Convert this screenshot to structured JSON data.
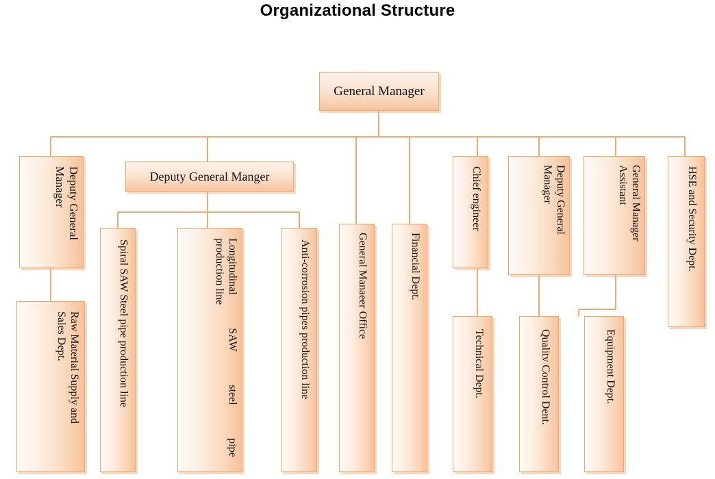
{
  "title": "Organizational Structure",
  "theme": {
    "box_border": "#f0a868",
    "box_fill_light": "#fdf2ea",
    "box_fill_dark": "#f7c4a0",
    "line_color": "#f4a871",
    "text_color": "#111111",
    "title_color": "#000000",
    "background": "#ffffff"
  },
  "chart_data": {
    "type": "org-chart",
    "orientation": "top-down",
    "root": "general-manager",
    "nodes": [
      {
        "id": "general-manager",
        "label": "General Manager",
        "level": 0,
        "orientation": "horizontal"
      },
      {
        "id": "deputy-general-manager-left",
        "label": "Deputy  General Manager",
        "level": 1,
        "orientation": "vertical",
        "lines": [
          "Deputy  General",
          "Manager"
        ]
      },
      {
        "id": "deputy-general-manger-production",
        "label": "Deputy General Manger",
        "level": 1,
        "orientation": "horizontal"
      },
      {
        "id": "general-manager-office",
        "label": "General Manaeer Office",
        "level": 1,
        "orientation": "vertical",
        "lines": [
          "General Manaeer Office"
        ]
      },
      {
        "id": "financial-dept",
        "label": "Financial Dept.",
        "level": 1,
        "orientation": "vertical",
        "lines": [
          "Financial Dept."
        ]
      },
      {
        "id": "chief-engineer",
        "label": "Chief engineer",
        "level": 1,
        "orientation": "vertical",
        "lines": [
          "Chief engineer"
        ]
      },
      {
        "id": "deputy-general-manager-right",
        "label": "Deputy  General Manager",
        "level": 1,
        "orientation": "vertical",
        "lines": [
          "Deputy  General",
          "Manager"
        ]
      },
      {
        "id": "general-manager-assistant",
        "label": "General Manager Assistant",
        "level": 1,
        "orientation": "vertical",
        "lines": [
          "General Manager",
          "Assistant"
        ]
      },
      {
        "id": "hse-security-dept",
        "label": "HSE and Security Dept.",
        "level": 1,
        "orientation": "vertical",
        "lines": [
          "HSE and Security Dept."
        ]
      },
      {
        "id": "raw-material-supply-sales-dept",
        "label": "Raw Material Supply and Sales Dept.",
        "level": 2,
        "orientation": "vertical",
        "lines": [
          "Raw Material Supply and",
          "Sales Dept."
        ],
        "parent": "deputy-general-manager-left"
      },
      {
        "id": "spiral-saw-line",
        "label": "Spiral SAW Steel pipe production line",
        "level": 2,
        "orientation": "vertical",
        "lines": [
          "Spiral SAW Steel pipe production line"
        ],
        "parent": "deputy-general-manger-production"
      },
      {
        "id": "longitudinal-saw-line",
        "label": "Longitudinal SAW steel pipe production line",
        "level": 2,
        "orientation": "vertical",
        "lines": [
          "Longitudinal  SAW  steel  pipe",
          "production line"
        ],
        "parent": "deputy-general-manger-production"
      },
      {
        "id": "anti-corrosion-line",
        "label": "Anti-corrosion pipes production line",
        "level": 2,
        "orientation": "vertical",
        "lines": [
          "Anti-corrosion pipes production line"
        ],
        "parent": "deputy-general-manger-production"
      },
      {
        "id": "technical-dept",
        "label": "Technical Dept.",
        "level": 2,
        "orientation": "vertical",
        "lines": [
          "Technical Dept."
        ],
        "parent": "chief-engineer"
      },
      {
        "id": "quality-control-dept",
        "label": "Qualitv Control Dent.",
        "level": 2,
        "orientation": "vertical",
        "lines": [
          "Qualitv Control Dent."
        ],
        "parent": "deputy-general-manager-right"
      },
      {
        "id": "equipment-dept",
        "label": "Equipment Dept.",
        "level": 2,
        "orientation": "vertical",
        "lines": [
          "Equipment Dept."
        ],
        "parent": "general-manager-assistant"
      }
    ]
  },
  "boxes": {
    "general_manager": "General Manager",
    "deputy_general_manager_left_l1": "Deputy  General",
    "deputy_general_manager_left_l2": "Manager",
    "raw_material_l1": "Raw Material Supply and",
    "raw_material_l2": "Sales Dept.",
    "deputy_general_manger_production": "Deputy General Manger",
    "spiral_saw_line": "Spiral SAW Steel pipe production line",
    "longitudinal_saw_l1_w1": "Longitudinal",
    "longitudinal_saw_l1_w2": "SAW",
    "longitudinal_saw_l1_w3": "steel",
    "longitudinal_saw_l1_w4": "pipe",
    "longitudinal_saw_l2": "production line",
    "anti_corrosion_line": "Anti-corrosion pipes production line",
    "general_manager_office": "General Manaeer Office",
    "financial_dept": "Financial Dept.",
    "chief_engineer": "Chief engineer",
    "technical_dept": "Technical Dept.",
    "deputy_general_manager_right_l1": "Deputy   General",
    "deputy_general_manager_right_l2": "Manager",
    "quality_control_dept": "Qualitv Control Dent.",
    "general_manager_assistant_l1": "General Manager",
    "general_manager_assistant_l2": "Assistant",
    "equipment_dept": "Equipment Dept.",
    "hse_security_dept": "HSE and Security Dept."
  }
}
